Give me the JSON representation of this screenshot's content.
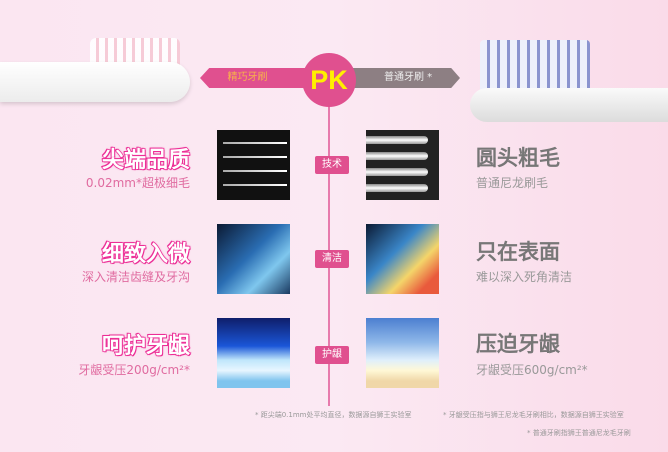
{
  "header": {
    "left_label": "精巧牙刷",
    "pk": "PK",
    "right_label": "普通牙刷 *"
  },
  "rows": [
    {
      "tag": "技术",
      "left_title": "尖端品质",
      "left_sub": "0.02mm*超极细毛",
      "right_title": "圆头粗毛",
      "right_sub": "普通尼龙刷毛"
    },
    {
      "tag": "清洁",
      "left_title": "细致入微",
      "left_sub": "深入清洁齿缝及牙沟",
      "right_title": "只在表面",
      "right_sub": "难以深入死角清洁"
    },
    {
      "tag": "护龈",
      "left_title": "呵护牙龈",
      "left_sub": "牙龈受压200g/cm²*",
      "right_title": "压迫牙龈",
      "right_sub": "牙龈受压600g/cm²*"
    }
  ],
  "footnotes": [
    "* 距尖端0.1mm处平均直径，数据源自狮王实验室",
    "* 牙龈受压指与狮王尼龙毛牙刷相比，数据源自狮王实验室",
    "* 普通牙刷指狮王普通尼龙毛牙刷"
  ],
  "colors": {
    "accent": "#e0508f",
    "pk_text": "#ffef00",
    "gray": "#8d7f83"
  }
}
